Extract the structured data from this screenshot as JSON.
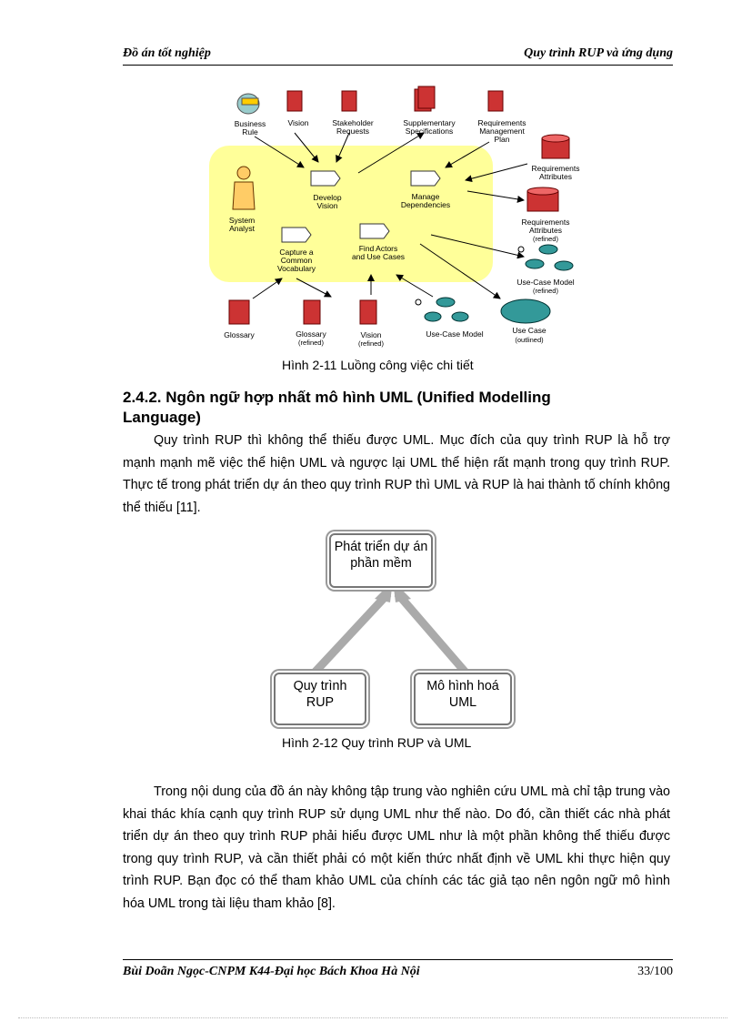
{
  "header": {
    "left": "Đồ án tốt nghiệp",
    "right": "Quy trình RUP và ứng dụng"
  },
  "figure1": {
    "labels": {
      "business_rule": [
        "Business",
        "Rule"
      ],
      "vision": "Vision",
      "stakeholder": [
        "Stakeholder",
        "Requests"
      ],
      "supplementary": [
        "Supplementary",
        "Specifications"
      ],
      "req_mgmt": [
        "Requirements",
        "Management",
        "Plan"
      ],
      "req_attr": [
        "Requirements",
        "Attributes"
      ],
      "req_attr_refined": [
        "Requirements",
        "Attributes",
        "(refined)"
      ],
      "system_analyst": [
        "System",
        "Analyst"
      ],
      "develop_vision": [
        "Develop",
        "Vision"
      ],
      "manage_dep": [
        "Manage",
        "Dependencies"
      ],
      "capture_vocab": [
        "Capture a",
        "Common",
        "Vocabulary"
      ],
      "find_actors": [
        "Find Actors",
        "and Use Cases"
      ],
      "uc_model_refined": [
        "Use-Case Model",
        "(refined)"
      ],
      "glossary": "Glossary",
      "glossary_refined": [
        "Glossary",
        "(refined)"
      ],
      "vision_refined": [
        "Vision",
        "(refined)"
      ],
      "uc_model": "Use-Case Model",
      "use_case_outlined": [
        "Use Case",
        "(outlined)"
      ]
    },
    "caption": "Hình   2-11 Luồng công việc chi tiết"
  },
  "section": {
    "heading_line1": "2.4.2.  Ngôn ngữ hợp nhất mô hình UML (Unified Modelling",
    "heading_line2": "Language)",
    "para1": "Quy trình  RUP thì không thể thiếu được UML. Mục đích của quy trình  RUP là hỗ trợ mạnh mạnh mẽ việc thể hiện UML và ngược lại UML thể hiện rất mạnh trong quy trình  RUP. Thực tế trong phát triển dự án theo quy trình RUP thì UML và RUP là hai thành tố chính  không thể thiếu [11]."
  },
  "figure2": {
    "top": [
      "Phát triển dự án",
      "phần mềm"
    ],
    "left": [
      "Quy trình",
      "RUP"
    ],
    "right": [
      "Mô hình  hoá",
      "UML"
    ],
    "caption": "Hình   2-12  Quy trình  RUP và UML"
  },
  "para2": "Trong nội dung của đồ án này không tập trung vào nghiên cứu UML mà chỉ tập trung vào khai thác khía cạnh quy trình  RUP sử dụng UML như thế nào. Do đó, cần thiết các nhà phát triển dự án theo quy trình  RUP phải hiểu được UML như là một phần không thể thiếu được trong quy trình  RUP, và cần thiết phải có một kiến thức nhất định về UML khi thực hiện quy trình  RUP. Bạn đọc có thể tham khảo UML của chính  các tác giả tạo nên ngôn ngữ mô hình  hóa UML trong tài liệu tham khảo [8].",
  "footer": {
    "left": "Bùi Doãn Ngọc-CNPM K44-Đại học Bách Khoa Hà Nội",
    "right": "33/100"
  }
}
